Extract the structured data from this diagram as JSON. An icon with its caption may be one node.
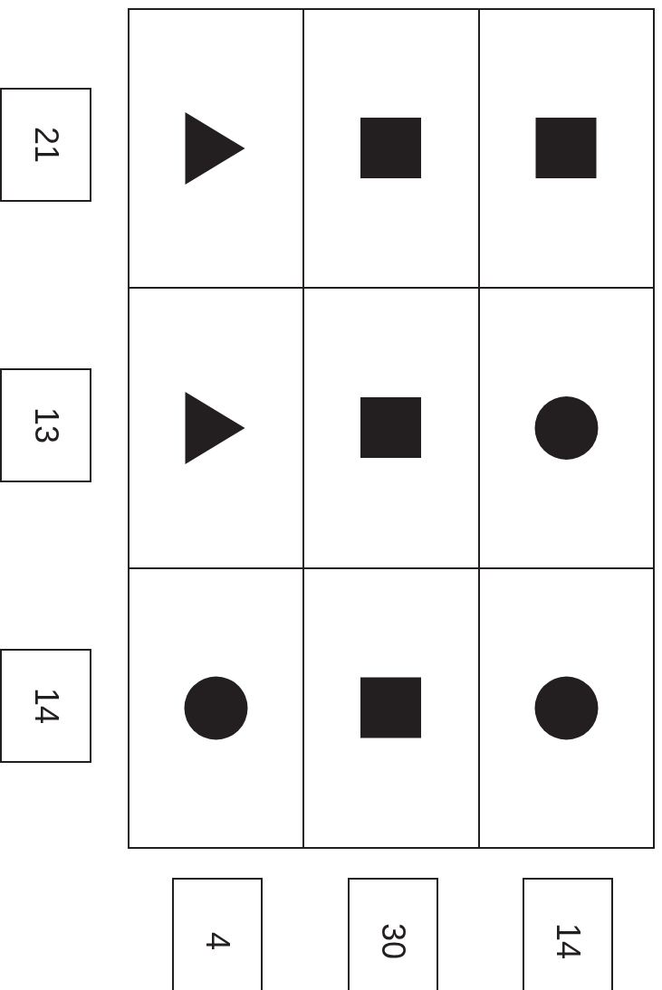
{
  "diagram": {
    "nodes": [
      {
        "text": [
          "21"
        ]
      },
      {
        "text": [
          "13"
        ]
      },
      {
        "text": [
          "14"
        ]
      },
      {
        "text": [
          "4"
        ]
      },
      {
        "text": [
          "30"
        ]
      },
      {
        "text": [
          "14"
        ]
      }
    ]
  }
}
